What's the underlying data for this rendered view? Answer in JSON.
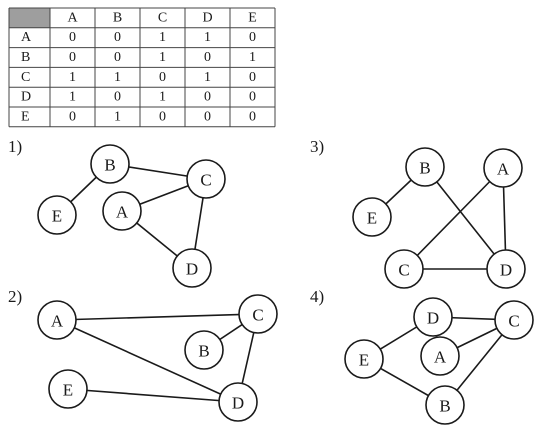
{
  "matrix": {
    "columns": [
      "A",
      "B",
      "C",
      "D",
      "E"
    ],
    "rows": [
      {
        "label": "A",
        "values": [
          "0",
          "0",
          "1",
          "1",
          "0"
        ]
      },
      {
        "label": "B",
        "values": [
          "0",
          "0",
          "1",
          "0",
          "1"
        ]
      },
      {
        "label": "C",
        "values": [
          "1",
          "1",
          "0",
          "1",
          "0"
        ]
      },
      {
        "label": "D",
        "values": [
          "1",
          "0",
          "1",
          "0",
          "0"
        ]
      },
      {
        "label": "E",
        "values": [
          "0",
          "1",
          "0",
          "0",
          "0"
        ]
      }
    ]
  },
  "graphs": [
    {
      "label": "1)",
      "nodes": [
        "B",
        "C",
        "E",
        "A",
        "D"
      ],
      "edges": [
        [
          "B",
          "E"
        ],
        [
          "B",
          "C"
        ],
        [
          "A",
          "C"
        ],
        [
          "C",
          "D"
        ],
        [
          "A",
          "D"
        ]
      ]
    },
    {
      "label": "3)",
      "nodes": [
        "B",
        "A",
        "E",
        "C",
        "D"
      ],
      "edges": [
        [
          "B",
          "E"
        ],
        [
          "B",
          "D"
        ],
        [
          "A",
          "C"
        ],
        [
          "A",
          "D"
        ],
        [
          "C",
          "D"
        ]
      ]
    },
    {
      "label": "2)",
      "nodes": [
        "A",
        "C",
        "B",
        "E",
        "D"
      ],
      "edges": [
        [
          "A",
          "C"
        ],
        [
          "A",
          "D"
        ],
        [
          "B",
          "C"
        ],
        [
          "C",
          "D"
        ],
        [
          "E",
          "D"
        ]
      ]
    },
    {
      "label": "4)",
      "nodes": [
        "D",
        "C",
        "E",
        "A",
        "B"
      ],
      "edges": [
        [
          "D",
          "C"
        ],
        [
          "D",
          "E"
        ],
        [
          "A",
          "C"
        ],
        [
          "E",
          "B"
        ],
        [
          "B",
          "C"
        ]
      ]
    }
  ]
}
